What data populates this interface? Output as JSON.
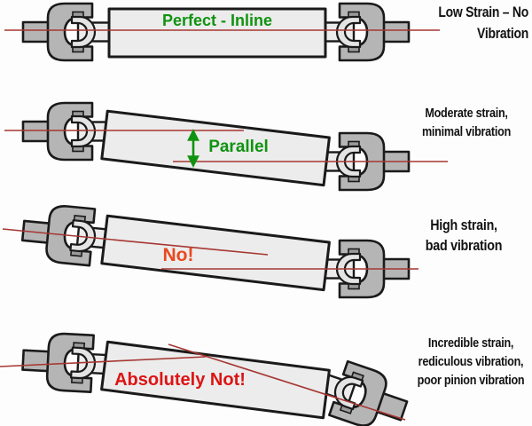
{
  "diagram": {
    "subject": "driveshaft-u-joint-alignment",
    "colors": {
      "background": "#fdfdfd",
      "centerline_red": "#a63733",
      "metal_gray": "#b5b5b5",
      "tube_gray": "#ececec",
      "outline_black": "#1a1a1a",
      "good_green": "#109310",
      "warn_orange_red": "#e8491f",
      "bad_red": "#dd1414",
      "note_black": "#121212"
    },
    "rows": [
      {
        "label": "Perfect - Inline",
        "label_color": "#109310",
        "note_lines": [
          "Low Strain – No Vibration"
        ]
      },
      {
        "label": "Parallel",
        "label_color": "#109310",
        "icon": "parallel-offset-arrow",
        "note_lines": [
          "Moderate strain,",
          "minimal vibration"
        ]
      },
      {
        "label": "No!",
        "label_color": "#e8491f",
        "note_lines": [
          "High strain,",
          "bad vibration"
        ]
      },
      {
        "label": "Absolutely Not!",
        "label_color": "#dd1414",
        "note_lines": [
          "Incredible strain,",
          "rediculous vibration,",
          "poor pinion vibration"
        ]
      }
    ]
  }
}
